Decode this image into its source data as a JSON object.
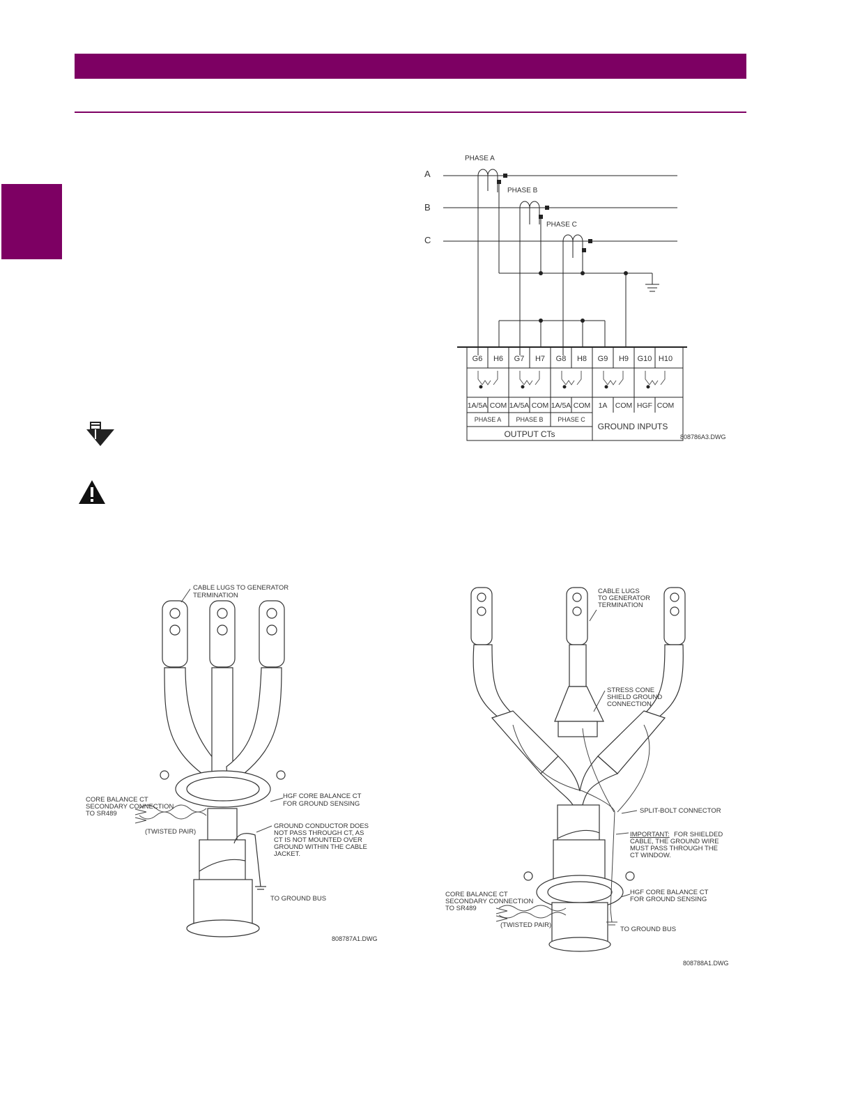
{
  "colors": {
    "brand": "#7d0063"
  },
  "icons": {
    "note": "note-icon",
    "warning": "warning-icon"
  },
  "ct_diagram": {
    "bus_labels": [
      "A",
      "B",
      "C"
    ],
    "phase_labels": [
      "PHASE A",
      "PHASE B",
      "PHASE C"
    ],
    "terminals": [
      "G6",
      "H6",
      "G7",
      "H7",
      "G8",
      "H8",
      "G9",
      "H9",
      "G10",
      "H10"
    ],
    "ratings": [
      "1A/5A",
      "COM",
      "1A/5A",
      "COM",
      "1A/5A",
      "COM",
      "1A",
      "COM",
      "HGF",
      "COM"
    ],
    "group_phase": [
      "PHASE A",
      "PHASE B",
      "PHASE C"
    ],
    "output_label": "OUTPUT CTs",
    "ground_label": "GROUND INPUTS",
    "dwg": "808786A3.DWG"
  },
  "fig_unshielded": {
    "lugs_label_1": "CABLE LUGS TO GENERATOR",
    "lugs_label_2": "TERMINATION",
    "ct_label_1": "HGF CORE BALANCE CT",
    "ct_label_2": "FOR GROUND SENSING",
    "sec_label_1": "CORE BALANCE CT",
    "sec_label_2": "SECONDARY CONNECTION",
    "sec_label_3": "TO SR489",
    "twisted": "(TWISTED PAIR)",
    "gnd_note_1": "GROUND CONDUCTOR DOES",
    "gnd_note_2": "NOT PASS THROUGH CT, AS",
    "gnd_note_3": "CT IS NOT MOUNTED OVER",
    "gnd_note_4": "GROUND WITHIN THE CABLE",
    "gnd_note_5": "JACKET.",
    "bus": "TO GROUND BUS",
    "dwg": "808787A1.DWG"
  },
  "fig_shielded": {
    "lugs_label_1": "CABLE LUGS",
    "lugs_label_2": "TO GENERATOR",
    "lugs_label_3": "TERMINATION",
    "stress_1": "STRESS CONE",
    "stress_2": "SHIELD GROUND",
    "stress_3": "CONNECTION",
    "split": "SPLIT-BOLT CONNECTOR",
    "important_word": "IMPORTANT:",
    "important_1": "FOR SHIELDED",
    "important_2": "CABLE, THE GROUND WIRE",
    "important_3": "MUST PASS THROUGH THE",
    "important_4": "CT WINDOW.",
    "ct_label_1": "HGF CORE BALANCE CT",
    "ct_label_2": "FOR GROUND SENSING",
    "sec_label_1": "CORE BALANCE CT",
    "sec_label_2": "SECONDARY CONNECTION",
    "sec_label_3": "TO SR489",
    "twisted": "(TWISTED PAIR)",
    "bus": "TO GROUND BUS",
    "dwg": "808788A1.DWG"
  }
}
